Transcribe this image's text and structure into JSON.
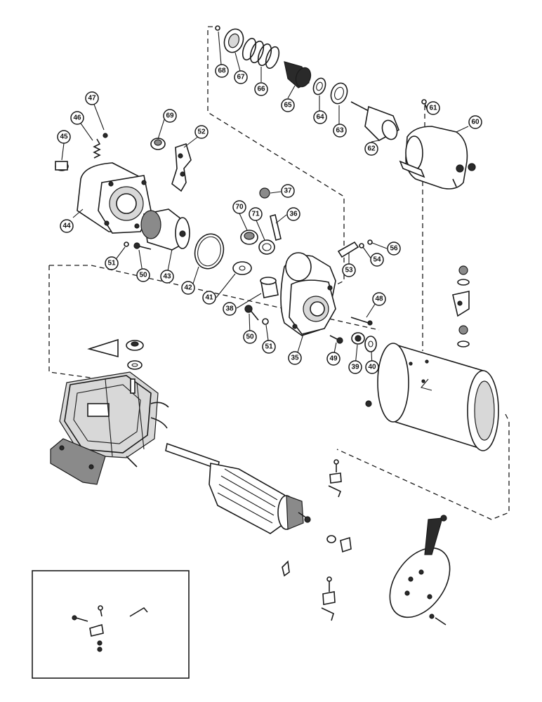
{
  "callouts": [
    {
      "id": "c68",
      "label": "68"
    },
    {
      "id": "c67",
      "label": "67"
    },
    {
      "id": "c66",
      "label": "66"
    },
    {
      "id": "c65",
      "label": "65"
    },
    {
      "id": "c64",
      "label": "64"
    },
    {
      "id": "c63",
      "label": "63"
    },
    {
      "id": "c62",
      "label": "62"
    },
    {
      "id": "c61",
      "label": "61"
    },
    {
      "id": "c60",
      "label": "60"
    },
    {
      "id": "c47",
      "label": "47"
    },
    {
      "id": "c46",
      "label": "46"
    },
    {
      "id": "c45",
      "label": "45"
    },
    {
      "id": "c69",
      "label": "69"
    },
    {
      "id": "c52",
      "label": "52"
    },
    {
      "id": "c44",
      "label": "44"
    },
    {
      "id": "c37",
      "label": "37"
    },
    {
      "id": "c70",
      "label": "70"
    },
    {
      "id": "c71",
      "label": "71"
    },
    {
      "id": "c36",
      "label": "36"
    },
    {
      "id": "c56",
      "label": "56"
    },
    {
      "id": "c54",
      "label": "54"
    },
    {
      "id": "c53",
      "label": "53"
    },
    {
      "id": "c51a",
      "label": "51"
    },
    {
      "id": "c50a",
      "label": "50"
    },
    {
      "id": "c43",
      "label": "43"
    },
    {
      "id": "c42",
      "label": "42"
    },
    {
      "id": "c41",
      "label": "41"
    },
    {
      "id": "c38",
      "label": "38"
    },
    {
      "id": "c50b",
      "label": "50"
    },
    {
      "id": "c51b",
      "label": "51"
    },
    {
      "id": "c35",
      "label": "35"
    },
    {
      "id": "c48",
      "label": "48"
    },
    {
      "id": "c49",
      "label": "49"
    },
    {
      "id": "c39",
      "label": "39"
    },
    {
      "id": "c40",
      "label": "40"
    }
  ]
}
